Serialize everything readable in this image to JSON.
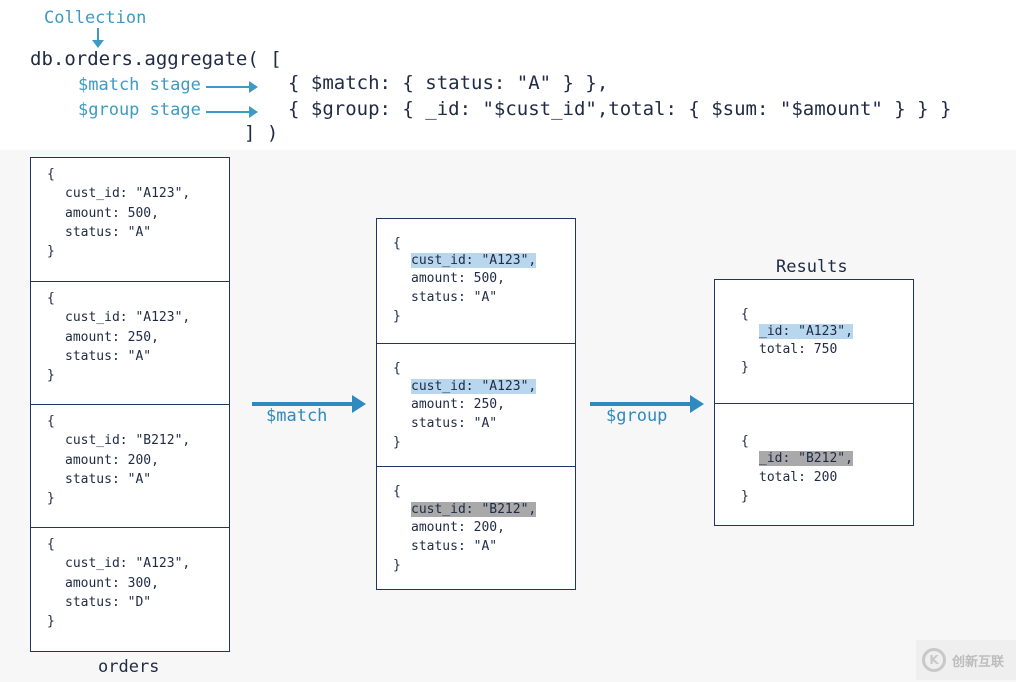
{
  "header": {
    "collection_label": "Collection",
    "code_line1": "db.orders.aggregate( [",
    "match_stage_label": "$match stage",
    "match_stage_code": "{ $match: { status: \"A\" } },",
    "group_stage_label": "$group stage",
    "group_stage_code": "{ $group: { _id: \"$cust_id\",total: { $sum: \"$amount\" } } }",
    "code_close": "] )"
  },
  "orders": {
    "title": "orders",
    "docs": [
      {
        "cust_id": "cust_id: \"A123\",",
        "amount": "amount: 500,",
        "status": "status: \"A\""
      },
      {
        "cust_id": "cust_id: \"A123\",",
        "amount": "amount: 250,",
        "status": "status: \"A\""
      },
      {
        "cust_id": "cust_id: \"B212\",",
        "amount": "amount: 200,",
        "status": "status: \"A\""
      },
      {
        "cust_id": "cust_id: \"A123\",",
        "amount": "amount: 300,",
        "status": "status: \"D\""
      }
    ]
  },
  "match_arrow_label": "$match",
  "matched": {
    "docs": [
      {
        "cust_id": "cust_id: \"A123\",",
        "amount": "amount: 500,",
        "status": "status: \"A\"",
        "highlight": "blue"
      },
      {
        "cust_id": "cust_id: \"A123\",",
        "amount": "amount: 250,",
        "status": "status: \"A\"",
        "highlight": "blue"
      },
      {
        "cust_id": "cust_id: \"B212\",",
        "amount": "amount: 200,",
        "status": "status: \"A\"",
        "highlight": "gray"
      }
    ]
  },
  "group_arrow_label": "$group",
  "results": {
    "title": "Results",
    "docs": [
      {
        "id": "_id: \"A123\",",
        "total": "total: 750",
        "highlight": "blue"
      },
      {
        "id": "_id: \"B212\",",
        "total": "total: 200",
        "highlight": "gray"
      }
    ]
  },
  "brace_open": "{",
  "brace_close": "}",
  "watermark": {
    "text": "创新互联"
  },
  "colors": {
    "accent": "#3d9ac4",
    "box_border": "#1f3563",
    "highlight_blue": "#b8d6ed",
    "highlight_gray": "#a9a9a9"
  }
}
